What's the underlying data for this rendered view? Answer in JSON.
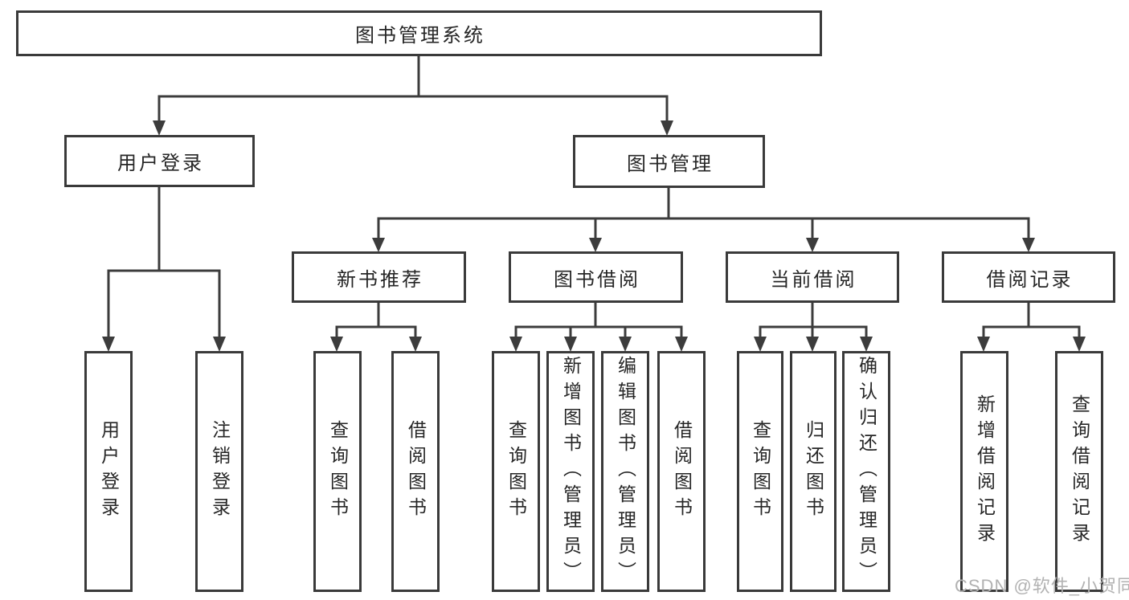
{
  "diagram_type": "tree",
  "tree": {
    "label": "图书管理系统",
    "children": [
      {
        "label": "用户登录",
        "children": [
          {
            "label": "用户登录"
          },
          {
            "label": "注销登录"
          }
        ]
      },
      {
        "label": "图书管理",
        "children": [
          {
            "label": "新书推荐",
            "children": [
              {
                "label": "查询图书"
              },
              {
                "label": "借阅图书"
              }
            ]
          },
          {
            "label": "图书借阅",
            "children": [
              {
                "label": "查询图书"
              },
              {
                "label": "新增图书（管理员）"
              },
              {
                "label": "编辑图书（管理员）"
              },
              {
                "label": "借阅图书"
              }
            ]
          },
          {
            "label": "当前借阅",
            "children": [
              {
                "label": "查询图书"
              },
              {
                "label": "归还图书"
              },
              {
                "label": "确认归还（管理员）"
              }
            ]
          },
          {
            "label": "借阅记录",
            "children": [
              {
                "label": "新增借阅记录"
              },
              {
                "label": "查询借阅记录"
              }
            ]
          }
        ]
      }
    ]
  },
  "watermark": {
    "text": "CSDN @软件_小贺同学"
  },
  "colors": {
    "background": "#ffffff",
    "box_border": "#3a3a3a",
    "connector_line": "#3c3c3c",
    "text": "#262626",
    "watermark": "#b2b2b2"
  }
}
